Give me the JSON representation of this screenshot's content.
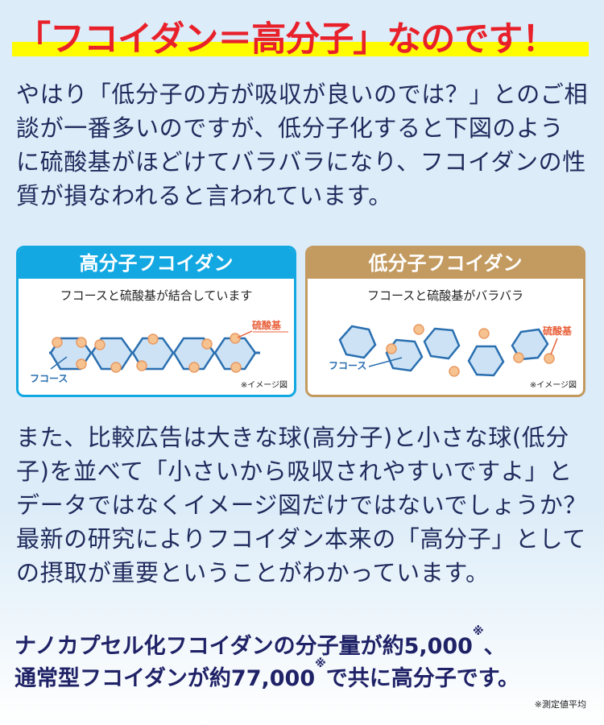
{
  "title": "「フコイダン＝高分子」なのです！",
  "paragraph1": [
    "やはり「低分子の方が吸収が良いのでは？」とのご相",
    "談が一番多いのですが、低分子化すると下図のよう",
    "に硫酸基がほどけてバラバラになり、フコイダンの性",
    "質が損なわれると言われています。"
  ],
  "high_box": {
    "header": "高分子フコイダン",
    "caption": "フコースと硫酸基が結合しています",
    "label_sulfate": "硫酸基",
    "label_fucose": "フコース",
    "note": "※イメージ図"
  },
  "low_box": {
    "header": "低分子フコイダン",
    "caption": "フコースと硫酸基がバラバラ",
    "label_sulfate": "硫酸基",
    "label_fucose": "フコース",
    "note": "※イメージ図"
  },
  "paragraph2": [
    "また、比較広告は大きな球(高分子)と小さな球(低分",
    "子)を並べて「小さいから吸収されやすいですよ」と",
    "データではなくイメージ図だけではないでしょうか？",
    "最新の研究によりフコイダン本来の「高分子」として",
    "の摂取が重要ということがわかっています。"
  ],
  "conclusion": {
    "line1_a": "ナノカプセル化フコイダンの分子量が約5,000",
    "line1_mark": "※",
    "line1_b": "、",
    "line2_a": "通常型フコイダンが約77,000",
    "line2_mark": "※",
    "line2_b": "で共に高分子です。"
  },
  "footnote": "※測定値平均",
  "colors": {
    "title": "#e8202a",
    "highlight": "#fffb00",
    "high_box": "#13a8e2",
    "low_box": "#c39a5f",
    "text": "#1f2a5c"
  }
}
